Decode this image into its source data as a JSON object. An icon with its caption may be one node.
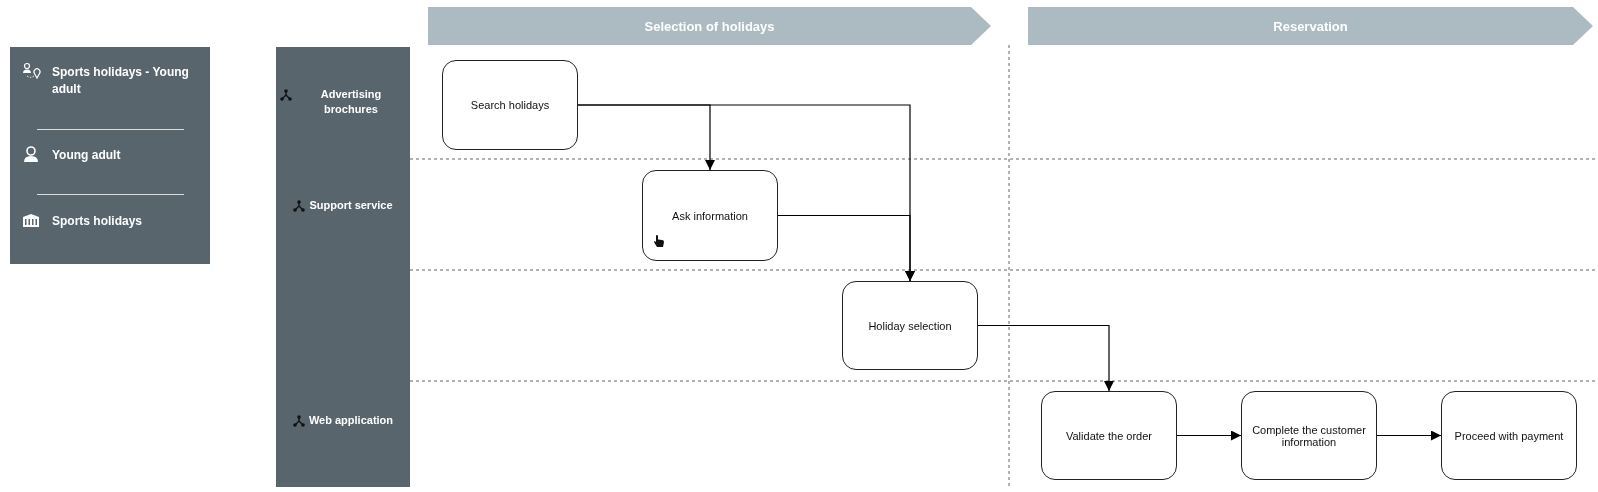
{
  "diagram": {
    "nodes": [
      {
        "text": [
          "Selection of holidays"
        ]
      },
      {
        "text": [
          "Reservation"
        ]
      },
      {
        "text": [
          "Sports holidays - Young adult",
          "Young adult",
          "Sports holidays"
        ]
      },
      {
        "text": [
          "Advertising brochures",
          "Support service",
          "Web application"
        ]
      },
      {
        "text": [
          "Search holidays"
        ]
      },
      {
        "text": [
          "Ask information"
        ]
      },
      {
        "text": [
          "Holiday selection"
        ]
      },
      {
        "text": [
          "Validate the order"
        ]
      },
      {
        "text": [
          "Complete the customer information"
        ]
      },
      {
        "text": [
          "Proceed with payment"
        ]
      }
    ],
    "edges": [
      {
        "from": 4,
        "to": 5,
        "arrow": "to"
      },
      {
        "from": 4,
        "to": 6,
        "arrow": "to"
      },
      {
        "from": 5,
        "to": 6,
        "arrow": "to"
      },
      {
        "from": 6,
        "to": 7,
        "arrow": "to"
      },
      {
        "from": 7,
        "to": 8,
        "arrow": "to"
      },
      {
        "from": 8,
        "to": 9,
        "arrow": "to"
      }
    ]
  }
}
